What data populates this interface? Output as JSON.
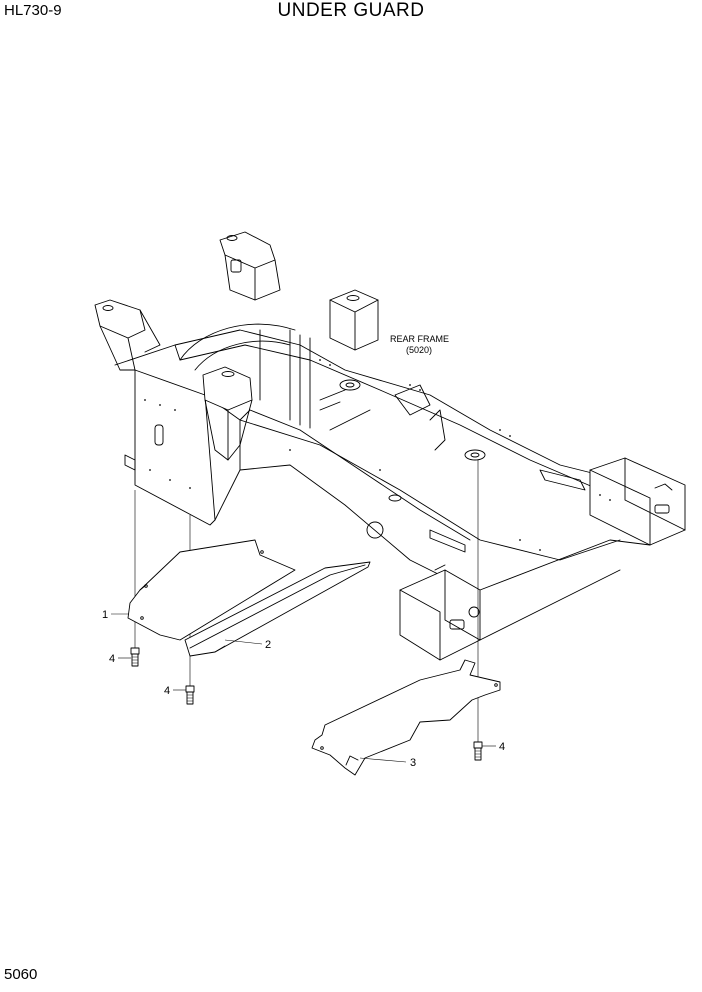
{
  "header": {
    "model": "HL730-9",
    "title": "UNDER GUARD"
  },
  "footer": {
    "page": "5060"
  },
  "callouts": {
    "rear_frame_name": "REAR FRAME",
    "rear_frame_ref": "(5020)",
    "part_1": "1",
    "part_2": "2",
    "part_3": "3",
    "part_4a": "4",
    "part_4b": "4",
    "part_4c": "4"
  }
}
